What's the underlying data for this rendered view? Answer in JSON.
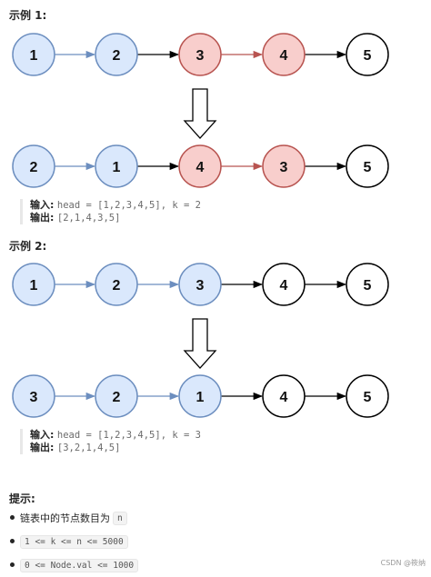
{
  "example1": {
    "heading": "示例 1:",
    "before": [
      {
        "label": "1",
        "style": "blue"
      },
      {
        "label": "2",
        "style": "blue"
      },
      {
        "label": "3",
        "style": "red"
      },
      {
        "label": "4",
        "style": "red"
      },
      {
        "label": "5",
        "style": "white"
      }
    ],
    "after": [
      {
        "label": "2",
        "style": "blue"
      },
      {
        "label": "1",
        "style": "blue"
      },
      {
        "label": "4",
        "style": "red"
      },
      {
        "label": "3",
        "style": "red"
      },
      {
        "label": "5",
        "style": "white"
      }
    ],
    "input_label": "输入:",
    "input_value": "head = [1,2,3,4,5], k = 2",
    "output_label": "输出:",
    "output_value": "[2,1,4,3,5]"
  },
  "example2": {
    "heading": "示例 2:",
    "before": [
      {
        "label": "1",
        "style": "blue"
      },
      {
        "label": "2",
        "style": "blue"
      },
      {
        "label": "3",
        "style": "blue"
      },
      {
        "label": "4",
        "style": "white"
      },
      {
        "label": "5",
        "style": "white"
      }
    ],
    "after": [
      {
        "label": "3",
        "style": "blue"
      },
      {
        "label": "2",
        "style": "blue"
      },
      {
        "label": "1",
        "style": "blue"
      },
      {
        "label": "4",
        "style": "white"
      },
      {
        "label": "5",
        "style": "white"
      }
    ],
    "input_label": "输入:",
    "input_value": "head = [1,2,3,4,5], k = 3",
    "output_label": "输出:",
    "output_value": "[3,2,1,4,5]"
  },
  "hints": {
    "heading": "提示:",
    "items": [
      {
        "text": "链表中的节点数目为",
        "code": "n"
      },
      {
        "text": "",
        "code": "1 <= k <= n <= 5000"
      },
      {
        "text": "",
        "code": "0 <= Node.val <= 1000"
      }
    ]
  },
  "watermark": "CSDN @筱纳",
  "colors": {
    "blue_fill": "#dae8fc",
    "blue_stroke": "#6c8ebf",
    "red_fill": "#f8cecc",
    "red_stroke": "#b85450",
    "white_fill": "#ffffff",
    "white_stroke": "#000000"
  }
}
